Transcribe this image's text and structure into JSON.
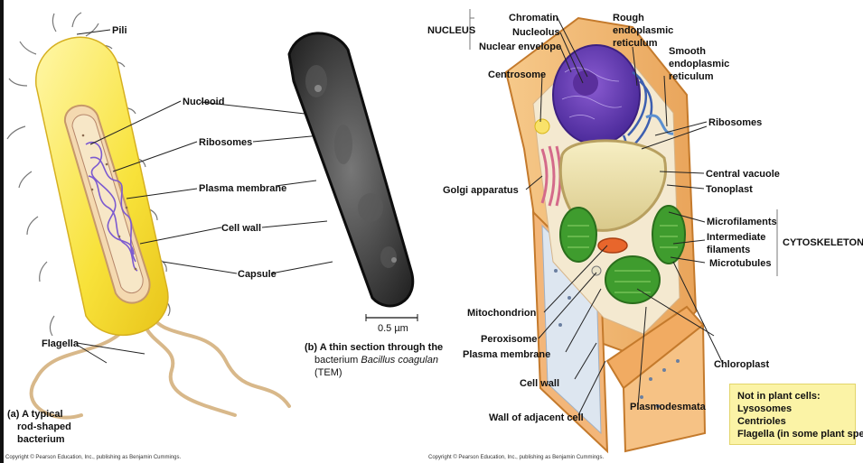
{
  "labels_left": {
    "pili": "Pili",
    "nucleoid": "Nucleoid",
    "ribosomes": "Ribosomes",
    "plasma_membrane": "Plasma membrane",
    "cell_wall": "Cell wall",
    "capsule": "Capsule",
    "flagella": "Flagella"
  },
  "caption_a": {
    "line1": "(a) A typical",
    "line2": "rod-shaped",
    "line3": "bacterium"
  },
  "caption_b": {
    "line1": "(b) A thin section through the",
    "line2_pre": "bacterium ",
    "line2_italic": "Bacillus coagulan",
    "line3": "(TEM)"
  },
  "scale_bar": "0.5 µm",
  "labels_right": {
    "nucleus": "NUCLEUS",
    "chromatin": "Chromatin",
    "nucleolus": "Nucleolus",
    "nuclear_envelope": "Nuclear envelope",
    "centrosome": "Centrosome",
    "rough_er_1": "Rough",
    "rough_er_2": "endoplasmic",
    "rough_er_3": "reticulum",
    "smooth_er_1": "Smooth",
    "smooth_er_2": "endoplasmic",
    "smooth_er_3": "reticulum",
    "ribosomes": "Ribosomes",
    "golgi": "Golgi apparatus",
    "central_vacuole": "Central vacuole",
    "tonoplast": "Tonoplast",
    "microfilaments": "Microfilaments",
    "intermediate_1": "Intermediate",
    "intermediate_2": "filaments",
    "microtubules": "Microtubules",
    "cytoskeleton": "CYTOSKELETON",
    "mitochondrion": "Mitochondrion",
    "peroxisome": "Peroxisome",
    "plasma_membrane": "Plasma membrane",
    "cell_wall": "Cell wall",
    "wall_adjacent": "Wall of adjacent cell",
    "plasmodesmata": "Plasmodesmata",
    "chloroplast": "Chloroplast"
  },
  "note": {
    "title": "Not in plant cells:",
    "items": [
      "Lysosomes",
      "Centrioles",
      "Flagella (in some plant sperm)"
    ]
  },
  "copyright_left": "Copyright © Pearson Education, Inc., publishing as Benjamin Cummings.",
  "copyright_right": "Copyright © Pearson Education, Inc., publishing as Benjamin Cummings."
}
